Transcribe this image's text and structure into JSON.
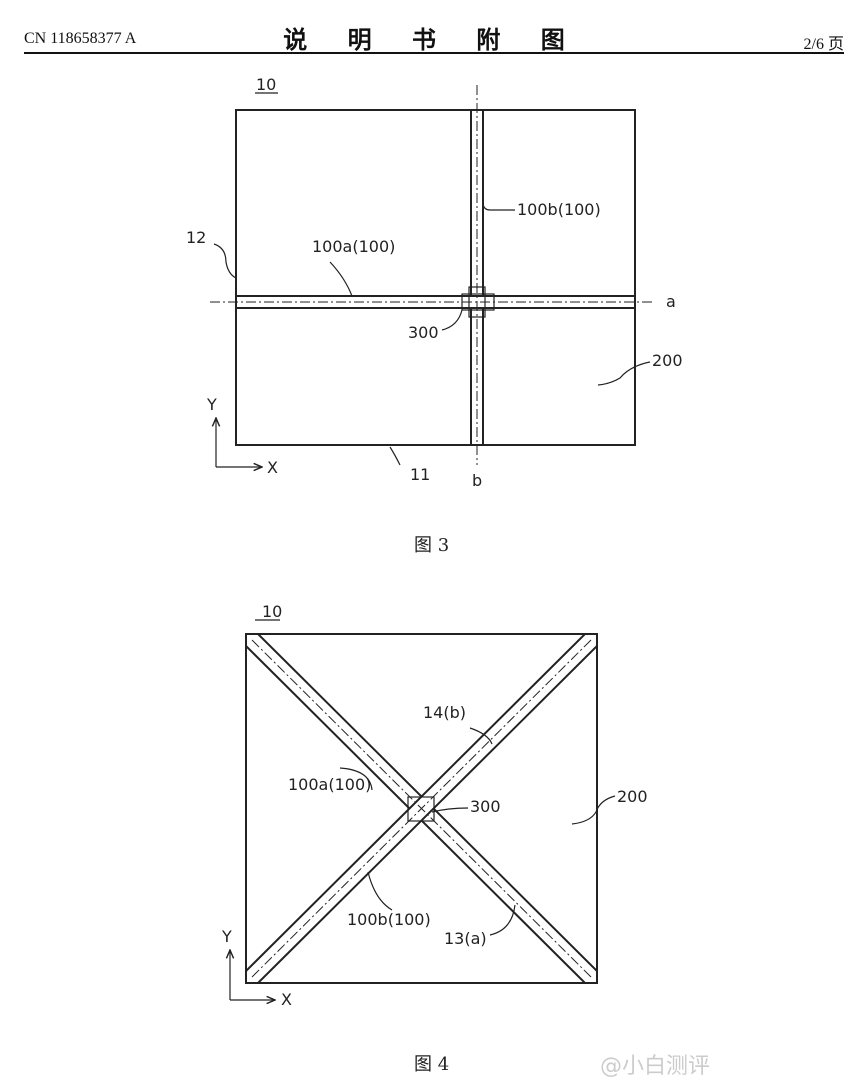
{
  "header": {
    "publication_number": "CN 118658377 A",
    "title": "说 明 书 附 图",
    "page": "2/6 页"
  },
  "figure3": {
    "caption": "图 3",
    "labels": {
      "ref10": "10",
      "ref12": "12",
      "ref100a": "100a(100)",
      "ref100b": "100b(100)",
      "ref300": "300",
      "ref200": "200",
      "ref11": "11",
      "axis_a": "a",
      "axis_b": "b",
      "axis_y": "Y",
      "axis_x": "X"
    }
  },
  "figure4": {
    "caption": "图 4",
    "labels": {
      "ref10": "10",
      "ref14": "14(b)",
      "ref100a": "100a(100)",
      "ref300": "300",
      "ref200": "200",
      "ref100b": "100b(100)",
      "ref13": "13(a)",
      "axis_y": "Y",
      "axis_x": "X"
    }
  },
  "watermark": "@小白测评"
}
